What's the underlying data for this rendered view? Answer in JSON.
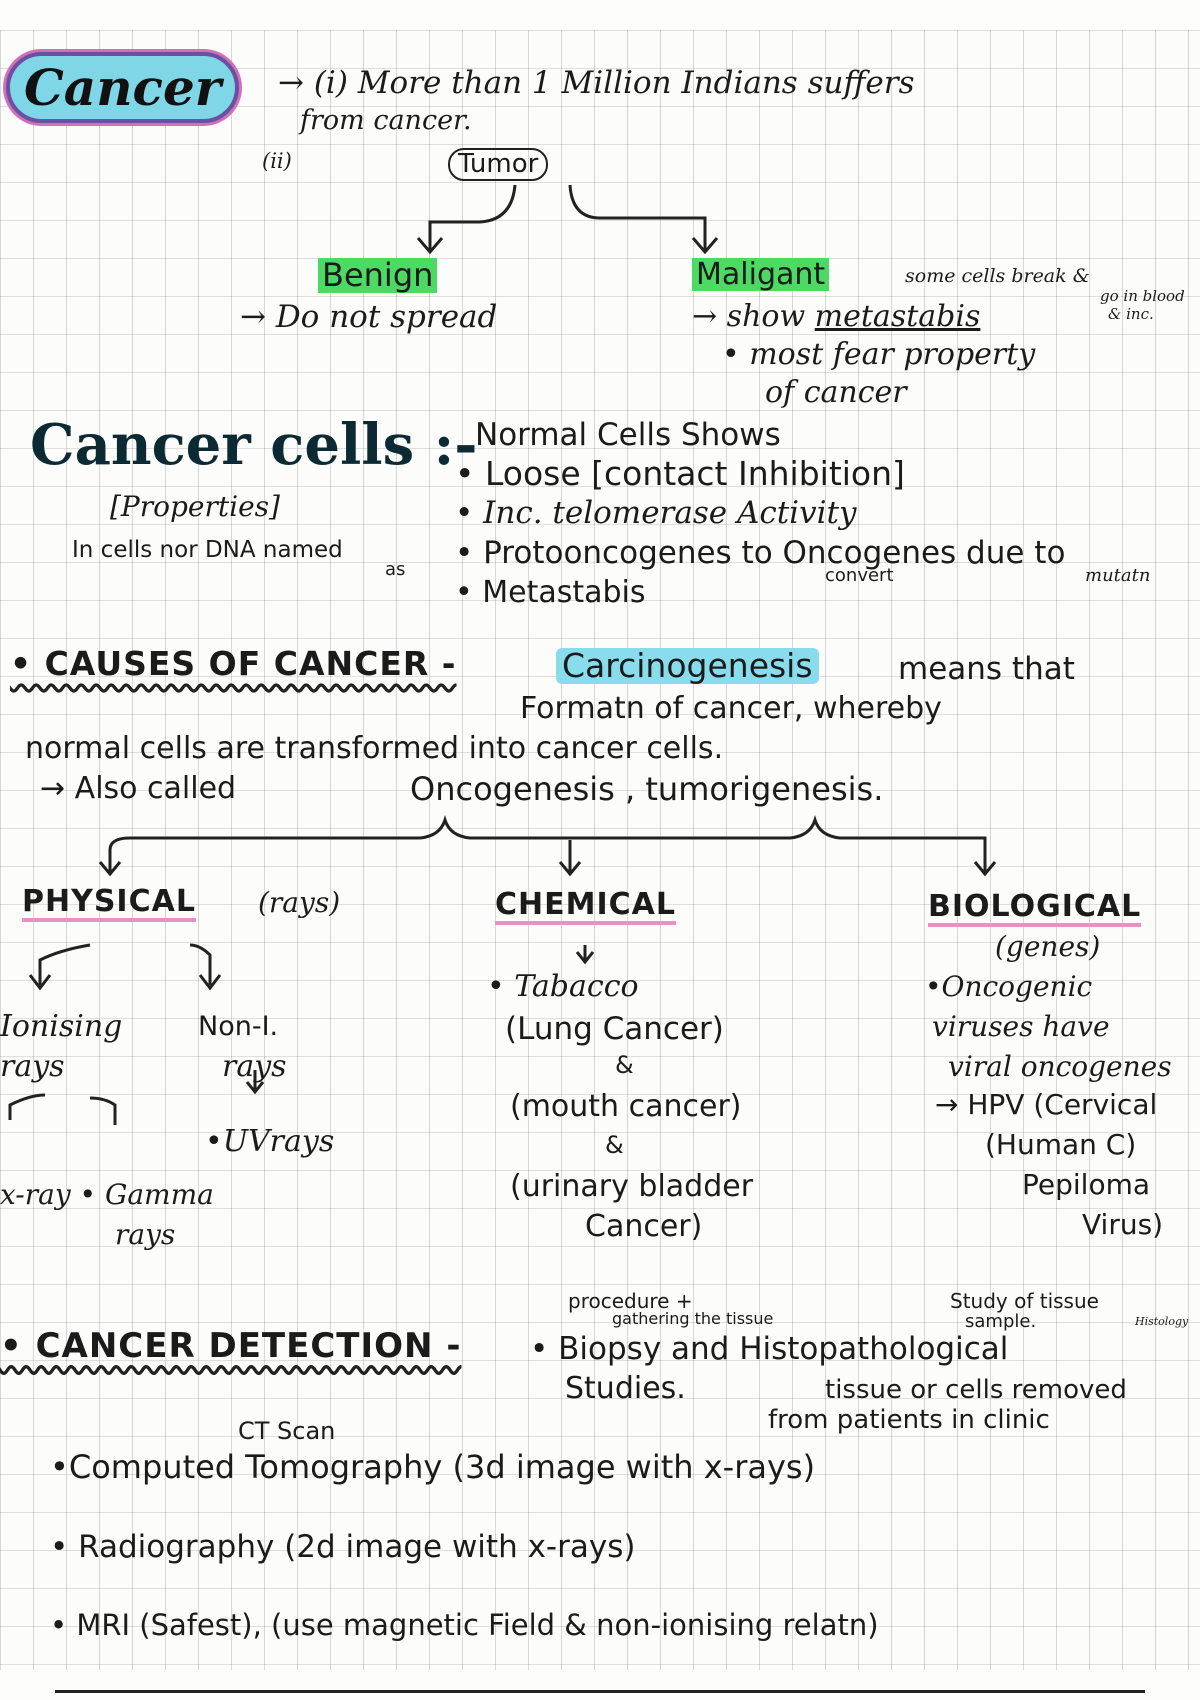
{
  "header": {
    "title": "Cancer",
    "point1": "→ (i) More than 1 Million Indians suffers",
    "point1_cont": "from cancer.",
    "point2_label": "(ii)",
    "tumor": "Tumor"
  },
  "tumor_types": {
    "benign": {
      "label": "Benign",
      "note": "→ Do not spread"
    },
    "malignant": {
      "label": "Maligant",
      "side_note": "some cells break &",
      "side_note2": "go in blood",
      "side_note3": "& inc.",
      "point1_prefix": "→ show ",
      "point1_term": "metastabis",
      "point2": "• most fear property",
      "point2_cont": "of cancer"
    }
  },
  "cancer_cells": {
    "heading": "Cancer cells :-",
    "sub": "[Properties]",
    "note": "In cells nor DNA named",
    "note_as": "as",
    "intro": "Normal Cells Shows",
    "items": [
      "• Loose [contact Inhibition]",
      "• Inc. telomerase Activity",
      "• Protooncogenes to Oncogenes due to",
      "• Metastabis"
    ],
    "convert": "convert",
    "mutation": "mutatn"
  },
  "causes": {
    "heading": "• CAUSES OF CANCER -",
    "term": "Carcinogenesis",
    "line1": "means that",
    "line2": "Formatn of cancer, whereby",
    "line3": "normal cells are transformed into cancer cells.",
    "also_called": "→ Also called",
    "aliases": "Oncogenesis , tumorigenesis.",
    "physical": {
      "label": "PHYSICAL",
      "sub": "(rays)",
      "ionising": "Ionising",
      "ionising2": "rays",
      "non_ionising": "Non-I.",
      "non_ionising2": "rays",
      "uv": "•UVrays",
      "xray": "x-ray • Gamma",
      "gamma2": "rays"
    },
    "chemical": {
      "label": "CHEMICAL",
      "items": [
        "• Tabacco",
        "(Lung Cancer)",
        "&",
        "(mouth cancer)",
        "&",
        "(urinary bladder",
        "Cancer)"
      ]
    },
    "biological": {
      "label": "BIOLOGICAL",
      "items": [
        "(genes)",
        "•Oncogenic",
        "viruses have",
        "viral oncogenes",
        "→ HPV (Cervical",
        "(Human C)",
        "Pepiloma",
        "Virus)"
      ]
    }
  },
  "detection": {
    "heading": "• CANCER DETECTION -",
    "biopsy_note": "procedure +",
    "biopsy_note2": "gathering the tissue",
    "histo_note": "Study of tissue",
    "histo_note2": "sample.",
    "histo_note3": "Histology",
    "biopsy": "• Biopsy and Histopathological",
    "studies": "Studies.",
    "tissue_note": "tissue or cells removed",
    "tissue_note2": "from patients in clinic",
    "ct_label": "CT Scan",
    "items": [
      "•Computed Tomography (3d image with x-rays)",
      "• Radiography (2d image with x-rays)",
      "• MRI (Safest), (use magnetic Field & non-ionising relatn)"
    ]
  }
}
